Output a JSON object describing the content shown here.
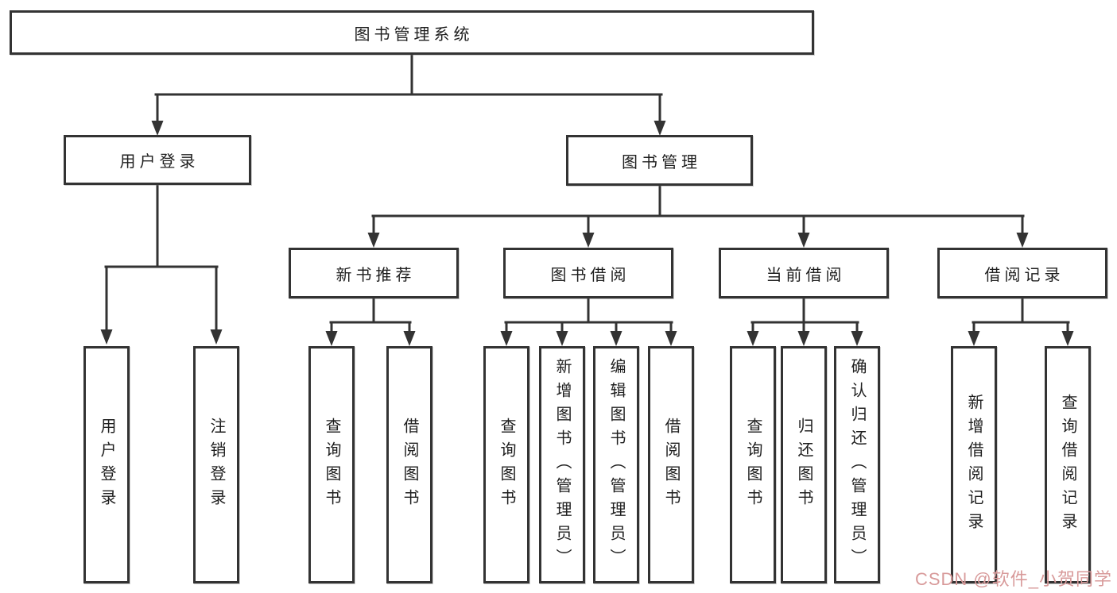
{
  "diagram": {
    "title": "图书管理系统",
    "type": "hierarchy-tree",
    "colors": {
      "line": "#333333",
      "box_border": "#333333",
      "box_fill": "#ffffff",
      "text": "#1f1f1f",
      "watermark": "#d89a9a"
    }
  },
  "tree": {
    "label": "图书管理系统",
    "children": [
      {
        "label": "用户登录",
        "children": [
          {
            "label": "用户登录"
          },
          {
            "label": "注销登录"
          }
        ]
      },
      {
        "label": "图书管理",
        "children": [
          {
            "label": "新书推荐",
            "children": [
              {
                "label": "查询图书"
              },
              {
                "label": "借阅图书"
              }
            ]
          },
          {
            "label": "图书借阅",
            "children": [
              {
                "label": "查询图书"
              },
              {
                "label": "新增图书（管理员）"
              },
              {
                "label": "编辑图书（管理员）"
              },
              {
                "label": "借阅图书"
              }
            ]
          },
          {
            "label": "当前借阅",
            "children": [
              {
                "label": "查询图书"
              },
              {
                "label": "归还图书"
              },
              {
                "label": "确认归还（管理员）"
              }
            ]
          },
          {
            "label": "借阅记录",
            "children": [
              {
                "label": "新增借阅记录"
              },
              {
                "label": "查询借阅记录"
              }
            ]
          }
        ]
      }
    ]
  },
  "watermark": {
    "text": "CSDN @软件_小贺同学"
  }
}
